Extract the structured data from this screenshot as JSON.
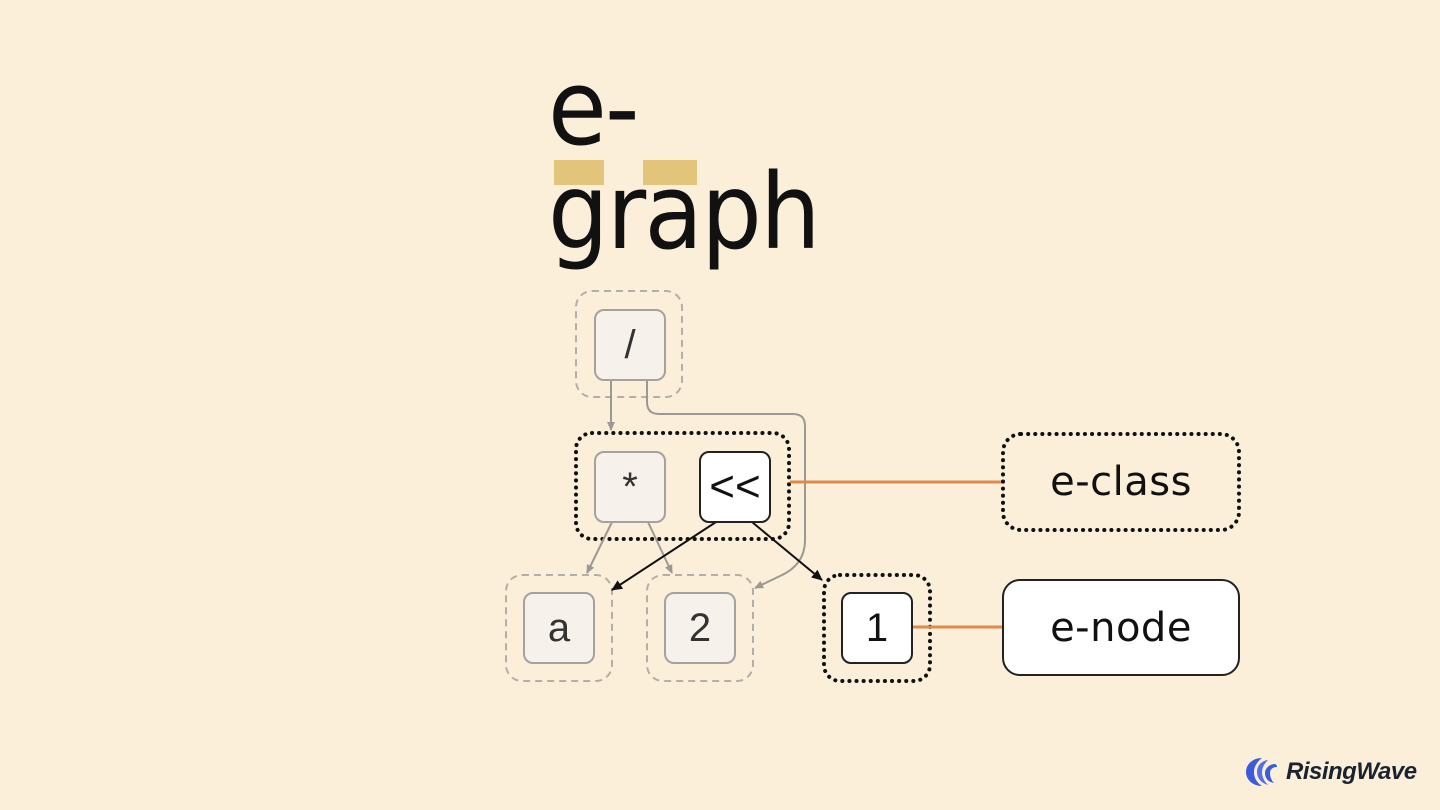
{
  "title": {
    "text": "e-graph",
    "highlight_color": "#E2C47A"
  },
  "colors": {
    "background": "#FCEFDA",
    "eclass_border": "#111111",
    "inactive_border": "#A5A29E",
    "connector_accent": "#E08A4A",
    "enode_fill": "#FFFFFF",
    "inactive_fill": "#F6F1EA"
  },
  "diagram": {
    "nodes": [
      {
        "id": "div",
        "label": "/",
        "style": "inactive"
      },
      {
        "id": "mul",
        "label": "*",
        "style": "inactive"
      },
      {
        "id": "shl",
        "label": "<<",
        "style": "highlighted"
      },
      {
        "id": "a",
        "label": "a",
        "style": "inactive"
      },
      {
        "id": "two",
        "label": "2",
        "style": "inactive"
      },
      {
        "id": "one",
        "label": "1",
        "style": "highlighted"
      }
    ],
    "eclasses": [
      {
        "id": "class-div",
        "members": [
          "div"
        ],
        "style": "dashed"
      },
      {
        "id": "class-mul-shl",
        "members": [
          "mul",
          "shl"
        ],
        "style": "dotted"
      },
      {
        "id": "class-a",
        "members": [
          "a"
        ],
        "style": "dashed"
      },
      {
        "id": "class-two",
        "members": [
          "two"
        ],
        "style": "dashed"
      },
      {
        "id": "class-one",
        "members": [
          "one"
        ],
        "style": "dotted"
      }
    ],
    "edges": [
      {
        "from": "div",
        "to": "class-mul-shl",
        "style": "gray"
      },
      {
        "from": "div",
        "to": "class-two",
        "style": "gray"
      },
      {
        "from": "mul",
        "to": "class-a",
        "style": "gray"
      },
      {
        "from": "mul",
        "to": "class-two",
        "style": "gray"
      },
      {
        "from": "shl",
        "to": "class-a",
        "style": "dark"
      },
      {
        "from": "shl",
        "to": "class-one",
        "style": "dark"
      }
    ]
  },
  "legend": {
    "eclass_label": "e-class",
    "enode_label": "e-node"
  },
  "logo": {
    "brand": "RisingWave",
    "icon": "wave-icon",
    "color": "#3B5BDB"
  }
}
